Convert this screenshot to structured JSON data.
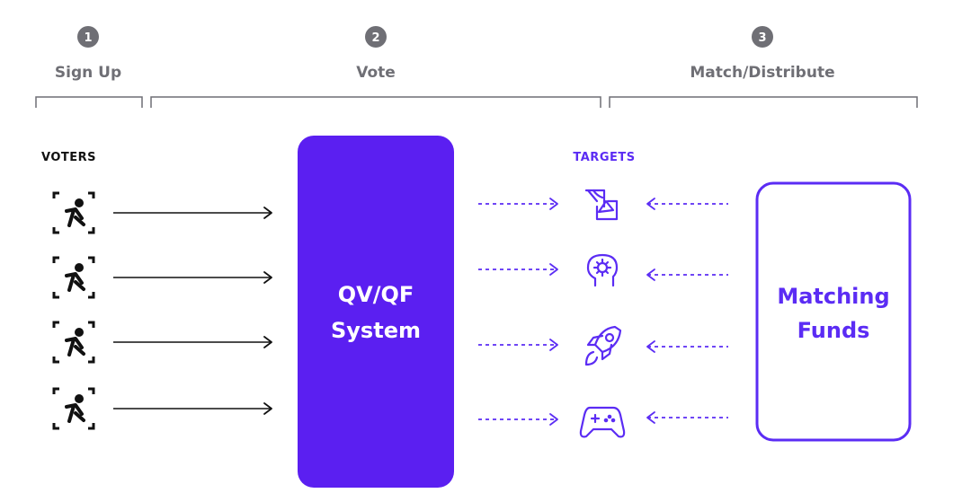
{
  "colors": {
    "accent": "#5b2cf4",
    "system_fill": "#5b1ff1",
    "step_gray": "#6f6f75",
    "text_dark": "#111111"
  },
  "steps": [
    {
      "number": "1",
      "label": "Sign Up"
    },
    {
      "number": "2",
      "label": "Vote"
    },
    {
      "number": "3",
      "label": "Match/Distribute"
    }
  ],
  "voters": {
    "heading": "VOTERS",
    "icon": "voter-person-icon",
    "count": 4
  },
  "system_box": {
    "line1": "QV/QF",
    "line2": "System"
  },
  "targets": {
    "heading": "TARGETS",
    "items": [
      {
        "icon": "easel-art-icon"
      },
      {
        "icon": "head-gear-icon"
      },
      {
        "icon": "rocket-icon"
      },
      {
        "icon": "gamepad-icon"
      }
    ]
  },
  "funds_box": {
    "line1": "Matching",
    "line2": "Funds"
  }
}
